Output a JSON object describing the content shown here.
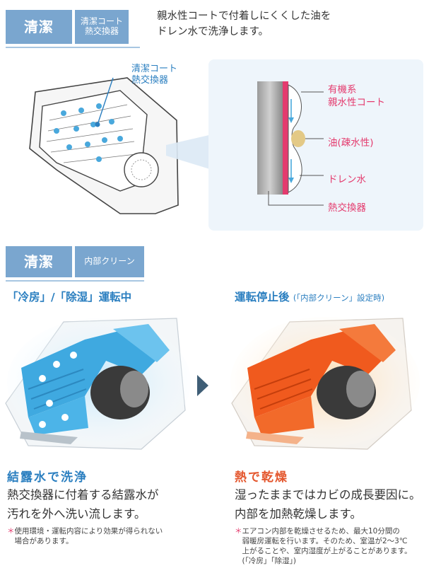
{
  "top": {
    "tag_main": "清潔",
    "tag_sub_line1": "清潔コート",
    "tag_sub_line2": "熱交換器",
    "description": "親水性コートで付着しにくくした油を\nドレン水で洗浄します。"
  },
  "diagram": {
    "unit_label": "清潔コート\n熱交換器",
    "coat_label": "有機系\n親水性コート",
    "oil_label": "油(疎水性)",
    "drain_label": "ドレン水",
    "exchanger_label": "熱交換器"
  },
  "mid": {
    "tag_main": "清潔",
    "tag_sub": "内部クリーン"
  },
  "left": {
    "heading": "「冷房」/「除湿」運転中",
    "title": "結露水で洗浄",
    "body": "熱交換器に付着する結露水が\n汚れを外へ洗い流します。",
    "note_mark": "＊",
    "note": "使用環境・運転内容により効果が得られない\n場合があります。"
  },
  "right": {
    "heading": "運転停止後",
    "heading_sub": "(「内部クリーン」設定時)",
    "title": "熱で乾燥",
    "body": "湿ったままではカビの成長要因に。\n内部を加熱乾燥します。",
    "note_mark": "＊",
    "note": "エアコン内部を乾燥させるため、最大10分間の\n弱暖房運転を行います。そのため、室温が2〜3℃\n上がることや、室内湿度が上がることがあります。\n(「冷房」「除湿」)"
  },
  "colors": {
    "badge": "#7aa6cf",
    "blue_accent": "#2b7fc0",
    "pink_accent": "#e43b6e",
    "orange_accent": "#e4572e"
  }
}
